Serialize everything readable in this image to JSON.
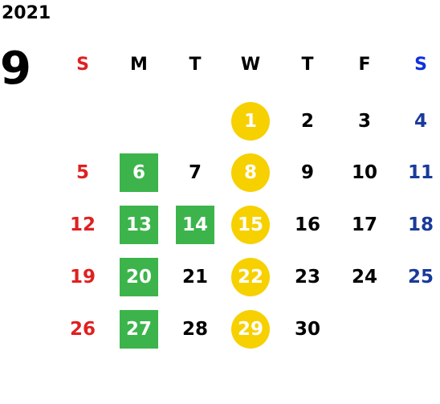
{
  "calendar": {
    "year": "2021",
    "month": "9",
    "weekdays": [
      "S",
      "M",
      "T",
      "W",
      "T",
      "F",
      "S"
    ],
    "weeks": [
      [
        "",
        "",
        "",
        "1",
        "2",
        "3",
        "4"
      ],
      [
        "5",
        "6",
        "7",
        "8",
        "9",
        "10",
        "11"
      ],
      [
        "12",
        "13",
        "14",
        "15",
        "16",
        "17",
        "18"
      ],
      [
        "19",
        "20",
        "21",
        "22",
        "23",
        "24",
        "25"
      ],
      [
        "26",
        "27",
        "28",
        "29",
        "30",
        "",
        ""
      ]
    ],
    "green_square_days": [
      "6",
      "13",
      "14",
      "20",
      "27"
    ],
    "yellow_circle_days": [
      "1",
      "8",
      "15",
      "22",
      "29"
    ]
  },
  "colors": {
    "sunday": "#e02020",
    "saturday_header": "#1030e0",
    "saturday_dates": "#1a3a9a",
    "weekday": "#000000",
    "green_square": "#3cb44b",
    "yellow_circle": "#f7d000",
    "marked_text": "#ffffff"
  }
}
